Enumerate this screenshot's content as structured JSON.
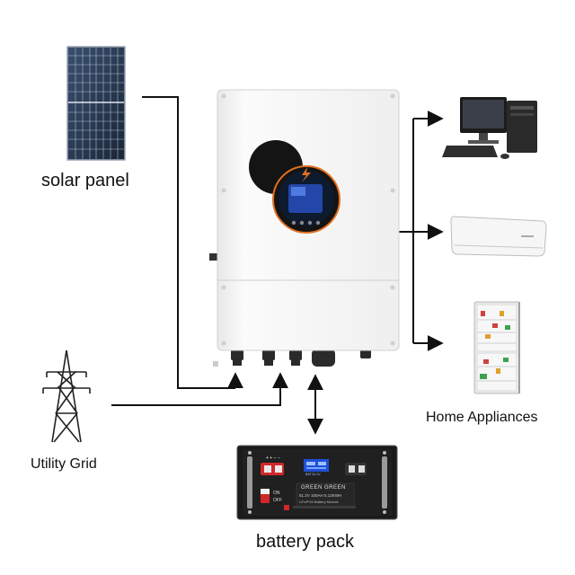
{
  "labels": {
    "solar_panel": "solar panel",
    "utility_grid": "Utility Grid",
    "home_appliances": "Home Appliances",
    "battery_pack": "battery pack"
  },
  "battery_printing": {
    "on": "ON",
    "off": "OFF",
    "brand": "GREEN GREEN",
    "spec": "51.2V 100AH 5.12KWH",
    "subtitle": "LiFePO4 Battery Module",
    "terminals": "+ +   − −",
    "display": "BAT 51.2V"
  },
  "colors": {
    "line": "#111111",
    "inverter_body": "#f4f4f4",
    "inverter_accent": "#e07020",
    "battery_body": "#1a1a1a",
    "battery_red": "#d02828",
    "display_blue": "#1e4fd8",
    "solar_cell": "#23364f",
    "ac_unit": "#f6f6f6"
  },
  "icons": [
    "solar-panel-icon",
    "transmission-tower-icon",
    "inverter-icon",
    "battery-icon",
    "desktop-computer-icon",
    "air-conditioner-icon",
    "refrigerator-icon"
  ]
}
